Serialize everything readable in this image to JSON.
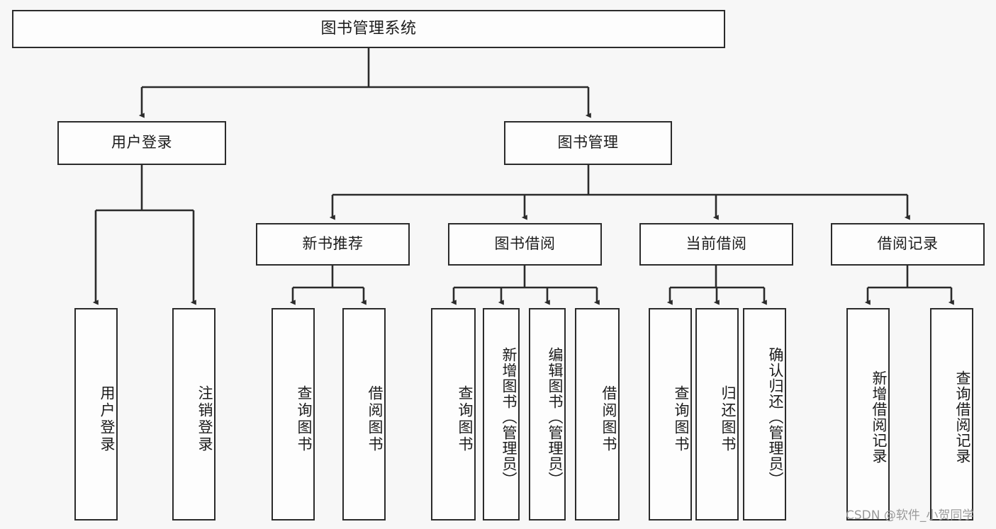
{
  "diagram": {
    "title": "图书管理系统",
    "type": "tree-hierarchy",
    "watermark": "CSDN @软件_小贺同学",
    "colors": {
      "background": "#f7f7f7",
      "node_fill": "#fdfdfd",
      "border": "#2b2b2b",
      "text": "#1c1c1c",
      "watermark": "#9a9a9a"
    },
    "nodes": {
      "root": {
        "label": "图书管理系统",
        "level": 0
      },
      "login": {
        "label": "用户登录",
        "level": 1
      },
      "book_mgmt": {
        "label": "图书管理",
        "level": 1
      },
      "new_book": {
        "label": "新书推荐",
        "level": 2
      },
      "borrow": {
        "label": "图书借阅",
        "level": 2
      },
      "current_borrow": {
        "label": "当前借阅",
        "level": 2
      },
      "borrow_record": {
        "label": "借阅记录",
        "level": 2
      },
      "leaf_user_login": {
        "label": "用户登录",
        "level": 3
      },
      "leaf_logout": {
        "label": "注销登录",
        "level": 3
      },
      "leaf_query_book_1": {
        "label": "查询图书",
        "level": 3
      },
      "leaf_borrow_book_1": {
        "label": "借阅图书",
        "level": 3
      },
      "leaf_query_book_2": {
        "label": "查询图书",
        "level": 3
      },
      "leaf_add_book": {
        "label": "新增图书（管理员）",
        "level": 3
      },
      "leaf_edit_book": {
        "label": "编辑图书（管理员）",
        "level": 3
      },
      "leaf_borrow_book_2": {
        "label": "借阅图书",
        "level": 3
      },
      "leaf_query_book_3": {
        "label": "查询图书",
        "level": 3
      },
      "leaf_return_book": {
        "label": "归还图书",
        "level": 3
      },
      "leaf_confirm_return": {
        "label": "确认归还（管理员）",
        "level": 3
      },
      "leaf_add_record": {
        "label": "新增借阅记录",
        "level": 3
      },
      "leaf_query_record": {
        "label": "查询借阅记录",
        "level": 3
      }
    },
    "edges": [
      {
        "from": "root",
        "to": "login"
      },
      {
        "from": "root",
        "to": "book_mgmt"
      },
      {
        "from": "login",
        "to": "leaf_user_login"
      },
      {
        "from": "login",
        "to": "leaf_logout"
      },
      {
        "from": "book_mgmt",
        "to": "new_book"
      },
      {
        "from": "book_mgmt",
        "to": "borrow"
      },
      {
        "from": "book_mgmt",
        "to": "current_borrow"
      },
      {
        "from": "book_mgmt",
        "to": "borrow_record"
      },
      {
        "from": "new_book",
        "to": "leaf_query_book_1"
      },
      {
        "from": "new_book",
        "to": "leaf_borrow_book_1"
      },
      {
        "from": "borrow",
        "to": "leaf_query_book_2"
      },
      {
        "from": "borrow",
        "to": "leaf_add_book"
      },
      {
        "from": "borrow",
        "to": "leaf_edit_book"
      },
      {
        "from": "borrow",
        "to": "leaf_borrow_book_2"
      },
      {
        "from": "current_borrow",
        "to": "leaf_query_book_3"
      },
      {
        "from": "current_borrow",
        "to": "leaf_return_book"
      },
      {
        "from": "current_borrow",
        "to": "leaf_confirm_return"
      },
      {
        "from": "borrow_record",
        "to": "leaf_add_record"
      },
      {
        "from": "borrow_record",
        "to": "leaf_query_record"
      }
    ]
  }
}
